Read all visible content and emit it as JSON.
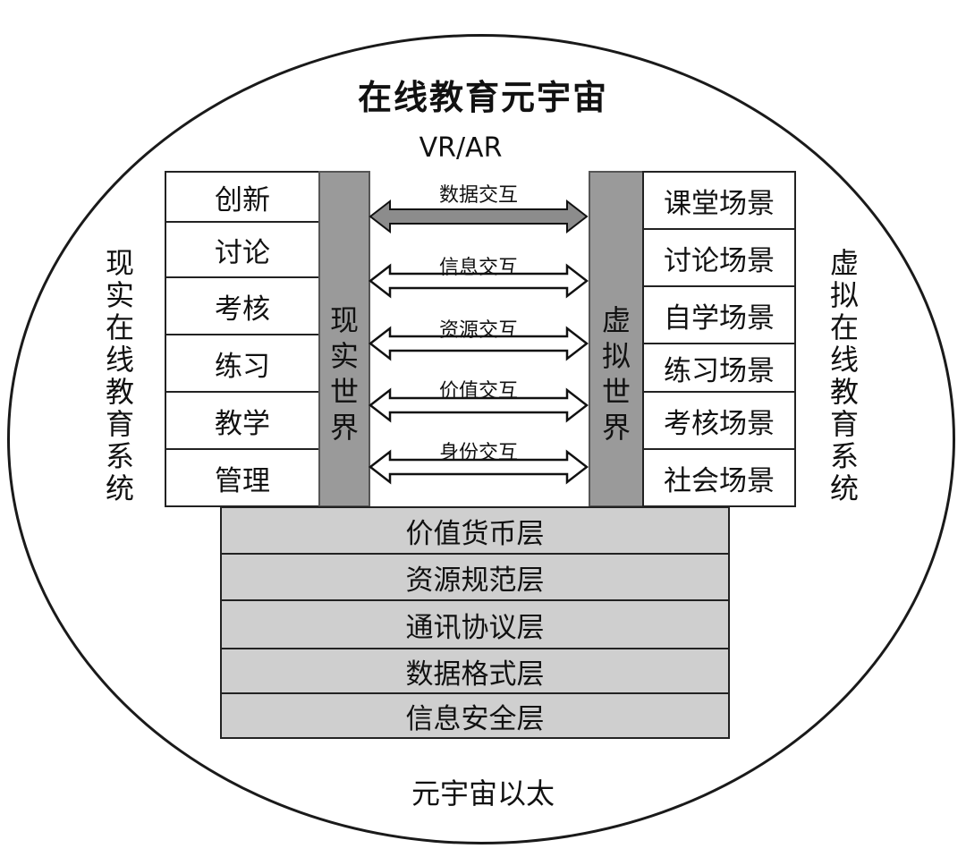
{
  "title": "在线教育元宇宙",
  "vr_ar": "VR/AR",
  "ether_label": "元宇宙以太",
  "left_system": [
    "现",
    "实",
    "在",
    "线",
    "教",
    "育",
    "系",
    "统"
  ],
  "right_system": [
    "虚",
    "拟",
    "在",
    "线",
    "教",
    "育",
    "系",
    "统"
  ],
  "real_world": [
    "现",
    "实",
    "世",
    "界"
  ],
  "virtual_world": [
    "虚",
    "拟",
    "世",
    "界"
  ],
  "left_items": [
    "创新",
    "讨论",
    "考核",
    "练习",
    "教学",
    "管理"
  ],
  "right_items": [
    "课堂场景",
    "讨论场景",
    "自学场景",
    "练习场景",
    "考核场景",
    "社会场景"
  ],
  "interactions": [
    "数据交互",
    "信息交互",
    "资源交互",
    "价值交互",
    "身份交互"
  ],
  "layers": [
    "价值货币层",
    "资源规范层",
    "通讯协议层",
    "数据格式层",
    "信息安全层"
  ],
  "colors": {
    "bar": "#9a9a9a",
    "layer": "#cfcfcf",
    "line": "#1a1a1a"
  }
}
